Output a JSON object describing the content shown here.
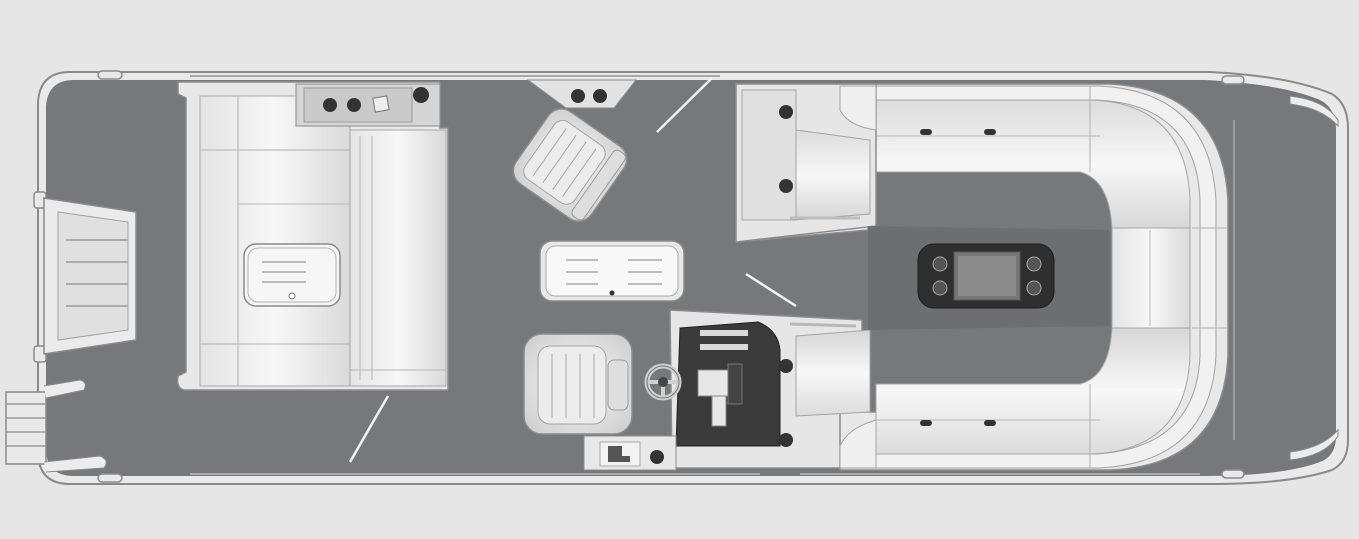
{
  "diagram": {
    "kind": "pontoon-boat-floor-plan",
    "view": "top-down",
    "orientation": "bow-right",
    "colors": {
      "background": "#e6e6e6",
      "deck": "#77787a",
      "furniture_light": "#f3f3f3",
      "furniture_mid": "#d9d9d9",
      "outline": "#9c9c9c",
      "dark_panel": "#3a3a3a",
      "dark_fixture": "#333333",
      "table_top": "#2f2f2f"
    },
    "components": [
      "rear-swim-platform",
      "boarding-ladder",
      "rear-lounge-bench",
      "aft-sink-cabinet",
      "captain-chair",
      "companion-chair",
      "center-console-table",
      "helm-console",
      "steering-wheel",
      "bow-u-lounge",
      "bow-table",
      "port-storage-cabinet",
      "bow-gate"
    ],
    "counts": {
      "cupholders": 12,
      "chairs": 2,
      "lounges": 2
    }
  }
}
